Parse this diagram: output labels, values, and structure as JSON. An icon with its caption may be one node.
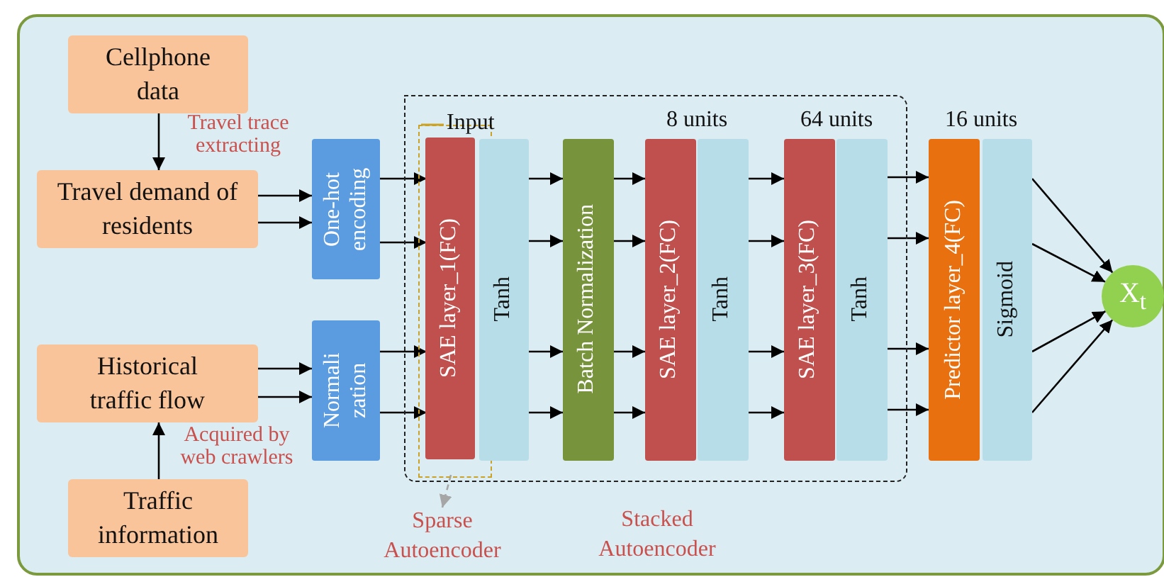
{
  "diagram": {
    "nodes": [
      {
        "text": [
          "Cellphone data"
        ]
      },
      {
        "text": [
          "Travel demand of residents"
        ]
      },
      {
        "text": [
          "Historical traffic flow"
        ]
      },
      {
        "text": [
          "Traffic information"
        ]
      },
      {
        "text": [
          "One-hot encoding"
        ]
      },
      {
        "text": [
          "Normali zation"
        ]
      },
      {
        "text": [
          "Stacked Autoencoder"
        ]
      },
      {
        "text": [],
        "shape": "box",
        "in": 6
      },
      {
        "text": [
          "SAE layer_1(FC)"
        ],
        "in": 7
      },
      {
        "text": [
          "Tanh"
        ],
        "in": 6
      },
      {
        "text": [
          "Batch Normalization"
        ],
        "in": 6
      },
      {
        "text": [
          "SAE layer_2(FC)"
        ],
        "in": 6,
        "beside": [
          "8 units"
        ]
      },
      {
        "text": [
          "Tanh"
        ],
        "in": 6
      },
      {
        "text": [
          "SAE layer_3(FC)"
        ],
        "in": 6,
        "beside": [
          "64 units"
        ]
      },
      {
        "text": [
          "Tanh"
        ],
        "in": 6
      },
      {
        "text": [
          "Predictor layer_4(FC)"
        ],
        "beside": [
          "16 units"
        ]
      },
      {
        "text": [
          "Sigmoid"
        ]
      },
      {
        "text": [
          "X$_{t}$"
        ]
      },
      {
        "text": [
          "Sparse Autoencoder"
        ]
      }
    ],
    "edges": [
      {
        "from": 0,
        "to": 1,
        "arrow": "to",
        "label": "Travel trace extracting"
      },
      {
        "from": 3,
        "to": 2,
        "arrow": "to",
        "label": "Acquired by web crawlers"
      },
      {
        "from": 1,
        "to": 4,
        "arrow": "to"
      },
      {
        "from": 1,
        "to": 4,
        "arrow": "to"
      },
      {
        "from": 2,
        "to": 5,
        "arrow": "to"
      },
      {
        "from": 2,
        "to": 5,
        "arrow": "to"
      },
      {
        "from": 4,
        "to": 8,
        "arrow": "to"
      },
      {
        "from": 4,
        "to": 8,
        "arrow": "to"
      },
      {
        "from": 5,
        "to": 8,
        "arrow": "to"
      },
      {
        "from": 5,
        "to": 8,
        "arrow": "to"
      },
      {
        "from": 9,
        "to": 10,
        "arrow": "to"
      },
      {
        "from": 9,
        "to": 10,
        "arrow": "to"
      },
      {
        "from": 9,
        "to": 10,
        "arrow": "to"
      },
      {
        "from": 9,
        "to": 10,
        "arrow": "to"
      },
      {
        "from": 10,
        "to": 11,
        "arrow": "to"
      },
      {
        "from": 10,
        "to": 11,
        "arrow": "to"
      },
      {
        "from": 10,
        "to": 11,
        "arrow": "to"
      },
      {
        "from": 10,
        "to": 11,
        "arrow": "to"
      },
      {
        "from": 12,
        "to": 13,
        "arrow": "to"
      },
      {
        "from": 12,
        "to": 13,
        "arrow": "to"
      },
      {
        "from": 12,
        "to": 13,
        "arrow": "to"
      },
      {
        "from": 12,
        "to": 13,
        "arrow": "to"
      },
      {
        "from": 14,
        "to": 15,
        "arrow": "to"
      },
      {
        "from": 14,
        "to": 15,
        "arrow": "to"
      },
      {
        "from": 14,
        "to": 15,
        "arrow": "to"
      },
      {
        "from": 14,
        "to": 15,
        "arrow": "to"
      },
      {
        "from": 16,
        "to": 17,
        "arrow": "to"
      },
      {
        "from": 16,
        "to": 17,
        "arrow": "to"
      },
      {
        "from": 16,
        "to": 17,
        "arrow": "to"
      },
      {
        "from": 16,
        "to": 17,
        "arrow": "to"
      },
      {
        "from": 7,
        "to": 18,
        "arrow": "to",
        "style": "dashed",
        "color": "#a6a6a6"
      }
    ],
    "labels": [
      "Input"
    ]
  }
}
